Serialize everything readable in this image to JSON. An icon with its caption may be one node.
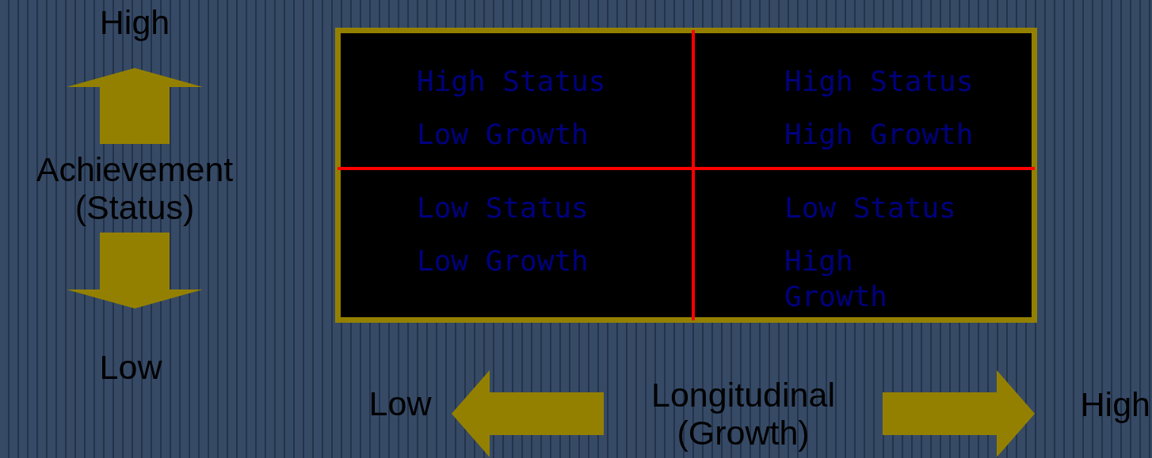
{
  "diagram": {
    "nodes": [
      {
        "text": [
          "High"
        ]
      },
      {
        "text": [
          "Achievement (Status)"
        ]
      },
      {
        "text": [
          "Low"
        ]
      },
      {
        "text": [],
        "shape": "box"
      },
      {
        "text": [
          "High Status",
          "Low Growth"
        ],
        "in": 3
      },
      {
        "text": [
          "High Status",
          "High Growth"
        ],
        "in": 3
      },
      {
        "text": [
          "Low Status",
          "Low Growth"
        ],
        "in": 3
      },
      {
        "text": [
          "Low Status",
          "High Growth"
        ],
        "in": 3
      },
      {
        "text": [
          "Low"
        ]
      },
      {
        "text": [
          "Longitudinal (Growth)"
        ]
      },
      {
        "text": [
          "High"
        ]
      }
    ],
    "edges": [
      {
        "from": 1,
        "to": 0,
        "arrow": "to"
      },
      {
        "from": 1,
        "to": 2,
        "arrow": "to"
      },
      {
        "from": 9,
        "to": 8,
        "arrow": "to"
      },
      {
        "from": 9,
        "to": 10,
        "arrow": "to"
      }
    ]
  }
}
